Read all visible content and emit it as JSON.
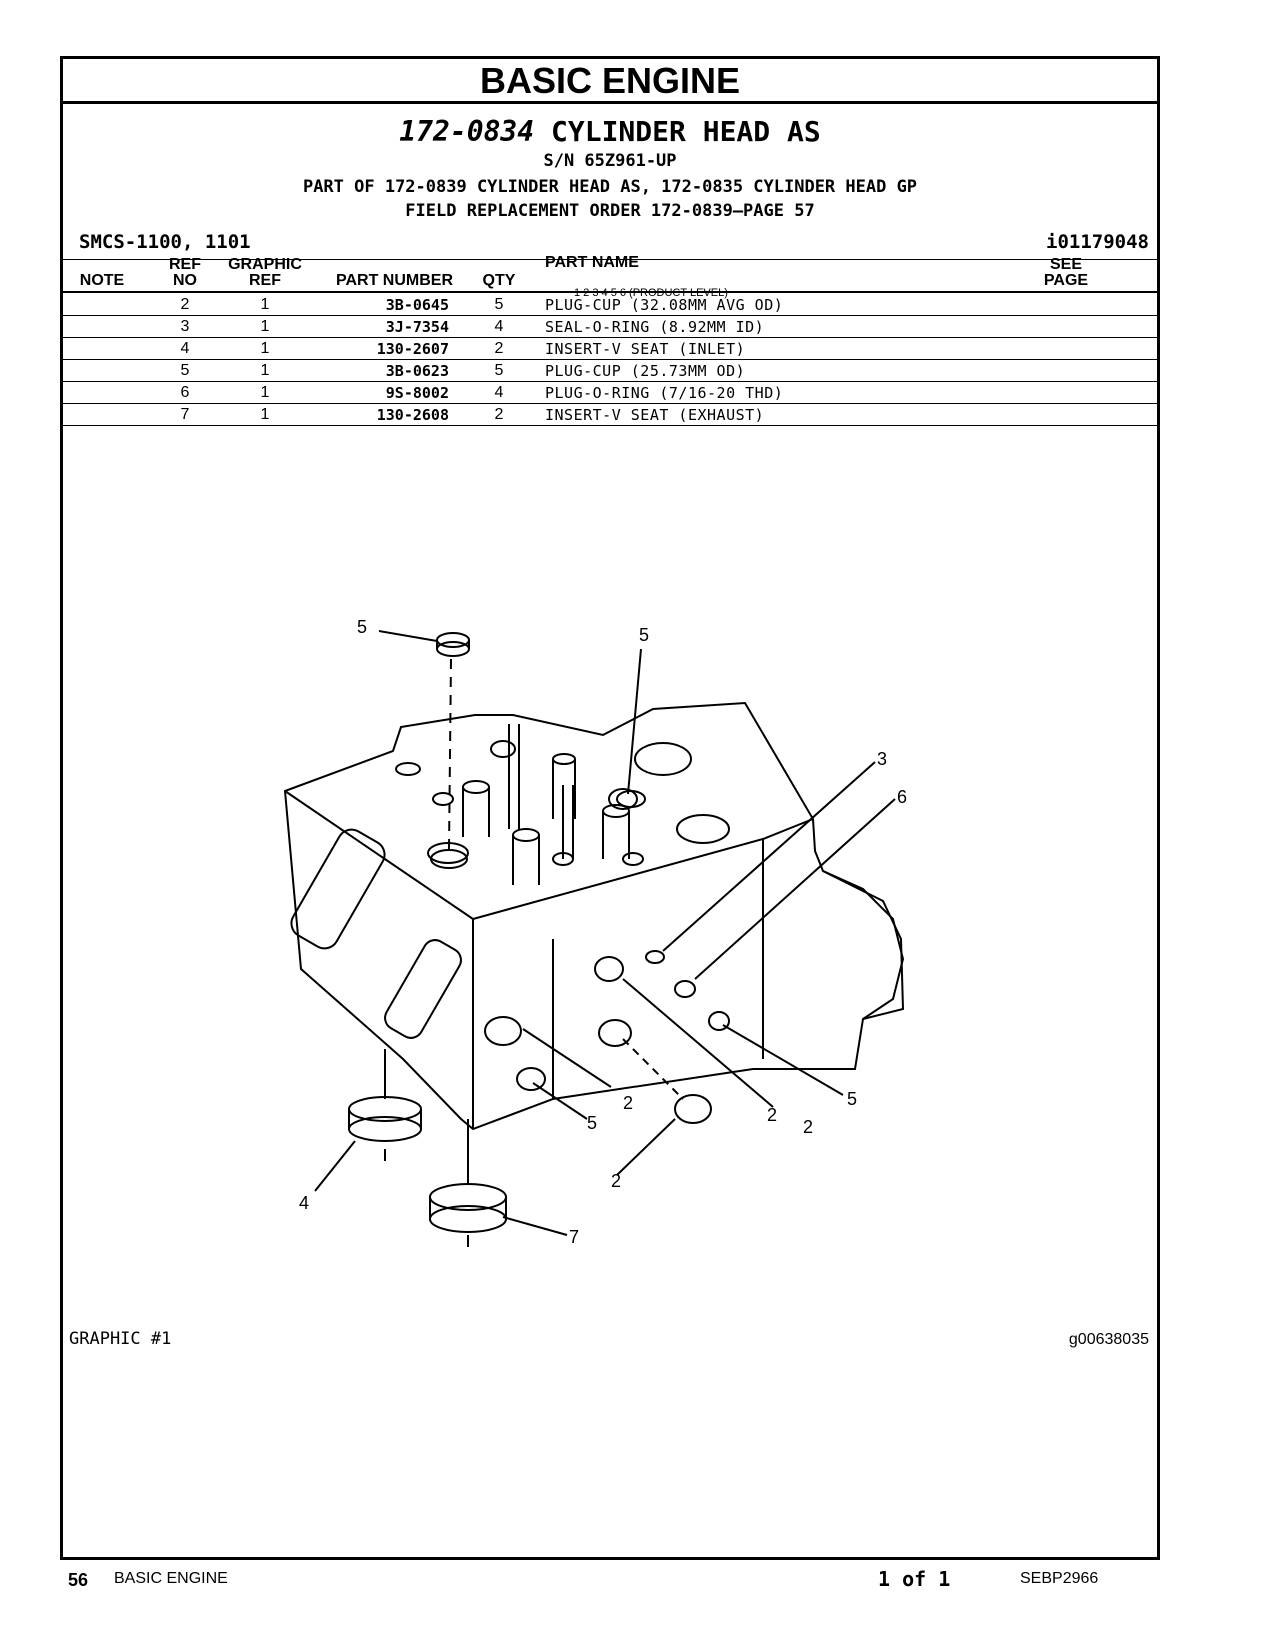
{
  "header": {
    "section": "BASIC ENGINE",
    "assembly_part_number": "172-0834",
    "assembly_name": "CYLINDER HEAD AS",
    "serial": "S/N 65Z961-UP",
    "part_of": "PART OF 172-0839 CYLINDER HEAD AS, 172-0835 CYLINDER HEAD GP",
    "field_replacement": "FIELD REPLACEMENT ORDER 172-0839—PAGE 57",
    "smcs": "SMCS-1100, 1101",
    "illustration_id": "i01179048"
  },
  "table": {
    "columns": {
      "note": "NOTE",
      "ref_no": [
        "REF",
        "NO"
      ],
      "graphic_ref": [
        "GRAPHIC",
        "REF"
      ],
      "part_number": "PART NUMBER",
      "qty": "QTY",
      "part_name": "PART NAME",
      "product_level": "1   2   3   4   5   6   (PRODUCT LEVEL)",
      "see_page": [
        "SEE",
        "PAGE"
      ]
    },
    "rows": [
      {
        "ref": "2",
        "graphic": "1",
        "part_number": "3B-0645",
        "qty": "5",
        "name": "PLUG-CUP (32.08MM AVG OD)"
      },
      {
        "ref": "3",
        "graphic": "1",
        "part_number": "3J-7354",
        "qty": "4",
        "name": "SEAL-O-RING (8.92MM ID)"
      },
      {
        "ref": "4",
        "graphic": "1",
        "part_number": "130-2607",
        "qty": "2",
        "name": "INSERT-V SEAT (INLET)"
      },
      {
        "ref": "5",
        "graphic": "1",
        "part_number": "3B-0623",
        "qty": "5",
        "name": "PLUG-CUP (25.73MM OD)"
      },
      {
        "ref": "6",
        "graphic": "1",
        "part_number": "9S-8002",
        "qty": "4",
        "name": "PLUG-O-RING (7/16-20 THD)"
      },
      {
        "ref": "7",
        "graphic": "1",
        "part_number": "130-2608",
        "qty": "2",
        "name": "INSERT-V SEAT (EXHAUST)"
      }
    ]
  },
  "callouts": [
    "5",
    "5",
    "3",
    "6",
    "2",
    "5",
    "2",
    "2",
    "5",
    "4",
    "7",
    "2"
  ],
  "graphic": {
    "label": "GRAPHIC #1",
    "id": "g00638035"
  },
  "footer": {
    "page_number": "56",
    "section": "BASIC ENGINE",
    "page_of": "1 of 1",
    "doc_number": "SEBP2966"
  }
}
